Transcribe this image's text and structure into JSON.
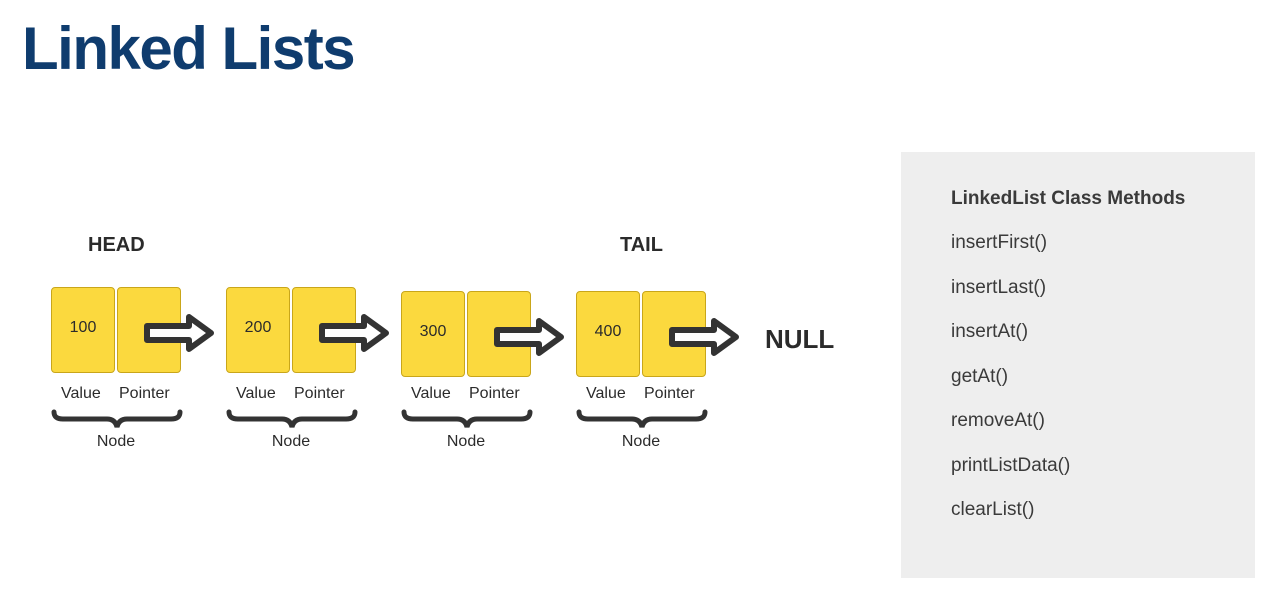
{
  "title": "Linked Lists",
  "head_label": "HEAD",
  "tail_label": "TAIL",
  "null_label": "NULL",
  "nodes": [
    {
      "value": "100",
      "value_label": "Value",
      "pointer_label": "Pointer",
      "node_label": "Node"
    },
    {
      "value": "200",
      "value_label": "Value",
      "pointer_label": "Pointer",
      "node_label": "Node"
    },
    {
      "value": "300",
      "value_label": "Value",
      "pointer_label": "Pointer",
      "node_label": "Node"
    },
    {
      "value": "400",
      "value_label": "Value",
      "pointer_label": "Pointer",
      "node_label": "Node"
    }
  ],
  "panel": {
    "heading": "LinkedList Class Methods",
    "methods": [
      "insertFirst()",
      "insertLast()",
      "insertAt()",
      "getAt()",
      "removeAt()",
      "printListData()",
      "clearList()"
    ]
  },
  "colors": {
    "title": "#0f3c6e",
    "node_fill": "#fbd93e",
    "arrow": "#333333",
    "panel_bg": "#eeeeee"
  }
}
